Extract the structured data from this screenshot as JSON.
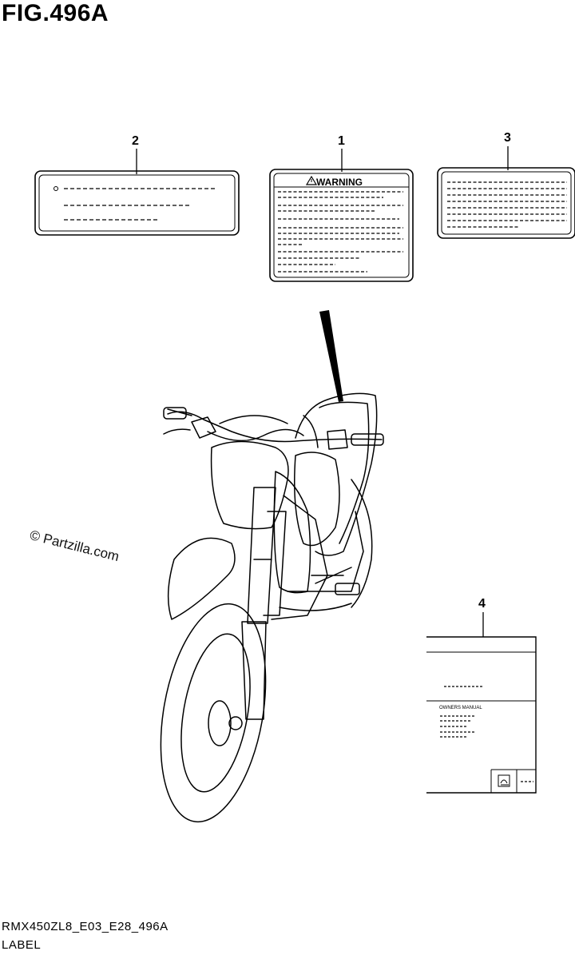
{
  "figure": {
    "title": "FIG.496A",
    "code": "RMX450ZL8_E03_E28_496A",
    "name": "LABEL"
  },
  "callouts": [
    "1",
    "2",
    "3",
    "4"
  ],
  "labels": {
    "warning_heading": "WARNING",
    "owners_manual": "OWNERS MANUAL"
  },
  "watermark": "© Partzilla.com"
}
